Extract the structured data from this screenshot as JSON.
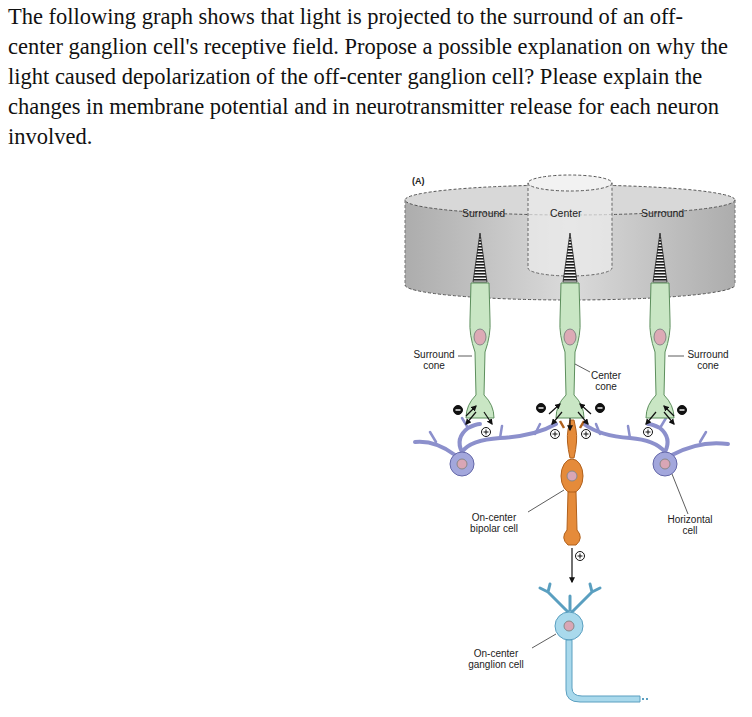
{
  "diagram": {
    "title": "The following graph shows that light is projected to the surround of an off-center ganglion cell's receptive field. Propose a possible explanation on why the light caused depolarization of the off-center ganglion cell? Please explain the changes in membrane potential and in neurotransmitter release for each neuron involved.",
    "labels": [
      "(A)",
      "Surround",
      "Center",
      "Surround",
      "Surround cone",
      "Center cone",
      "Surround cone",
      "On-center bipolar cell",
      "Horizontal cell",
      "On-center ganglion cell"
    ]
  }
}
